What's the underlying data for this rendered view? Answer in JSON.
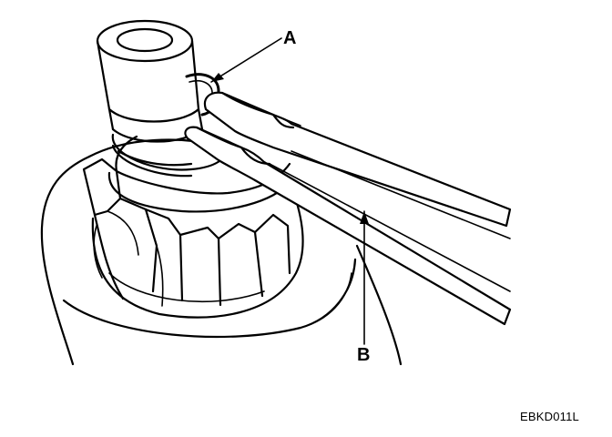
{
  "figure": {
    "callouts": [
      {
        "id": "A",
        "label": "A"
      },
      {
        "id": "B",
        "label": "B"
      }
    ],
    "figure_code": "EBKD011L"
  }
}
